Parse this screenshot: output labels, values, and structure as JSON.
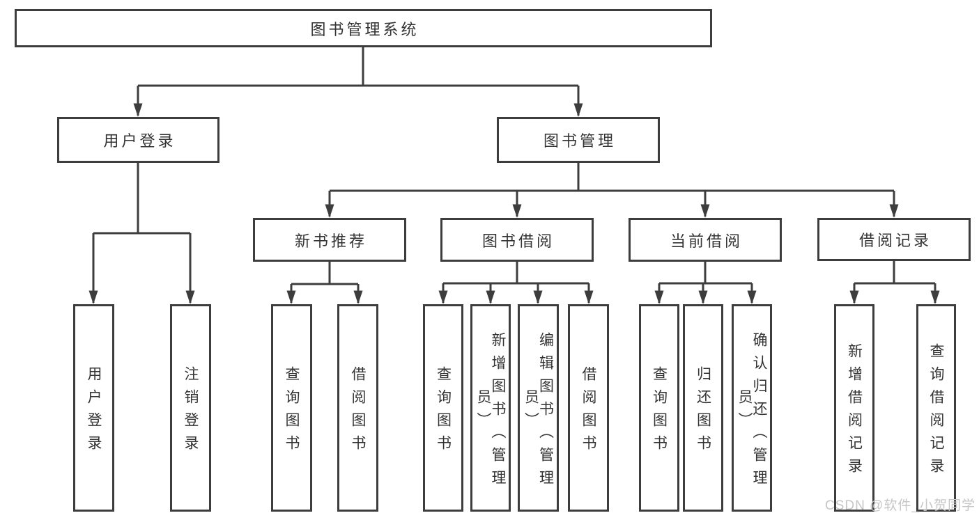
{
  "tree": {
    "root": {
      "label": "图书管理系统",
      "children": [
        {
          "label": "用户登录",
          "children": [
            {
              "label": "用户登录"
            },
            {
              "label": "注销登录"
            }
          ]
        },
        {
          "label": "图书管理",
          "children": [
            {
              "label": "新书推荐",
              "children": [
                {
                  "label": "查询图书"
                },
                {
                  "label": "借阅图书"
                }
              ]
            },
            {
              "label": "图书借阅",
              "children": [
                {
                  "label": "查询图书"
                },
                {
                  "label": "新增图书（管理员）"
                },
                {
                  "label": "编辑图书（管理员）"
                },
                {
                  "label": "借阅图书"
                }
              ]
            },
            {
              "label": "当前借阅",
              "children": [
                {
                  "label": "查询图书"
                },
                {
                  "label": "归还图书"
                },
                {
                  "label": "确认归还（管理员）"
                }
              ]
            },
            {
              "label": "借阅记录",
              "children": [
                {
                  "label": "新增借阅记录"
                },
                {
                  "label": "查询借阅记录"
                }
              ]
            }
          ]
        }
      ]
    }
  },
  "watermark": "CSDN @软件_小贺同学",
  "colors": {
    "line": "#3d3d3d",
    "text": "#333333",
    "watermark": "#c6c6c6",
    "background": "#ffffff"
  }
}
